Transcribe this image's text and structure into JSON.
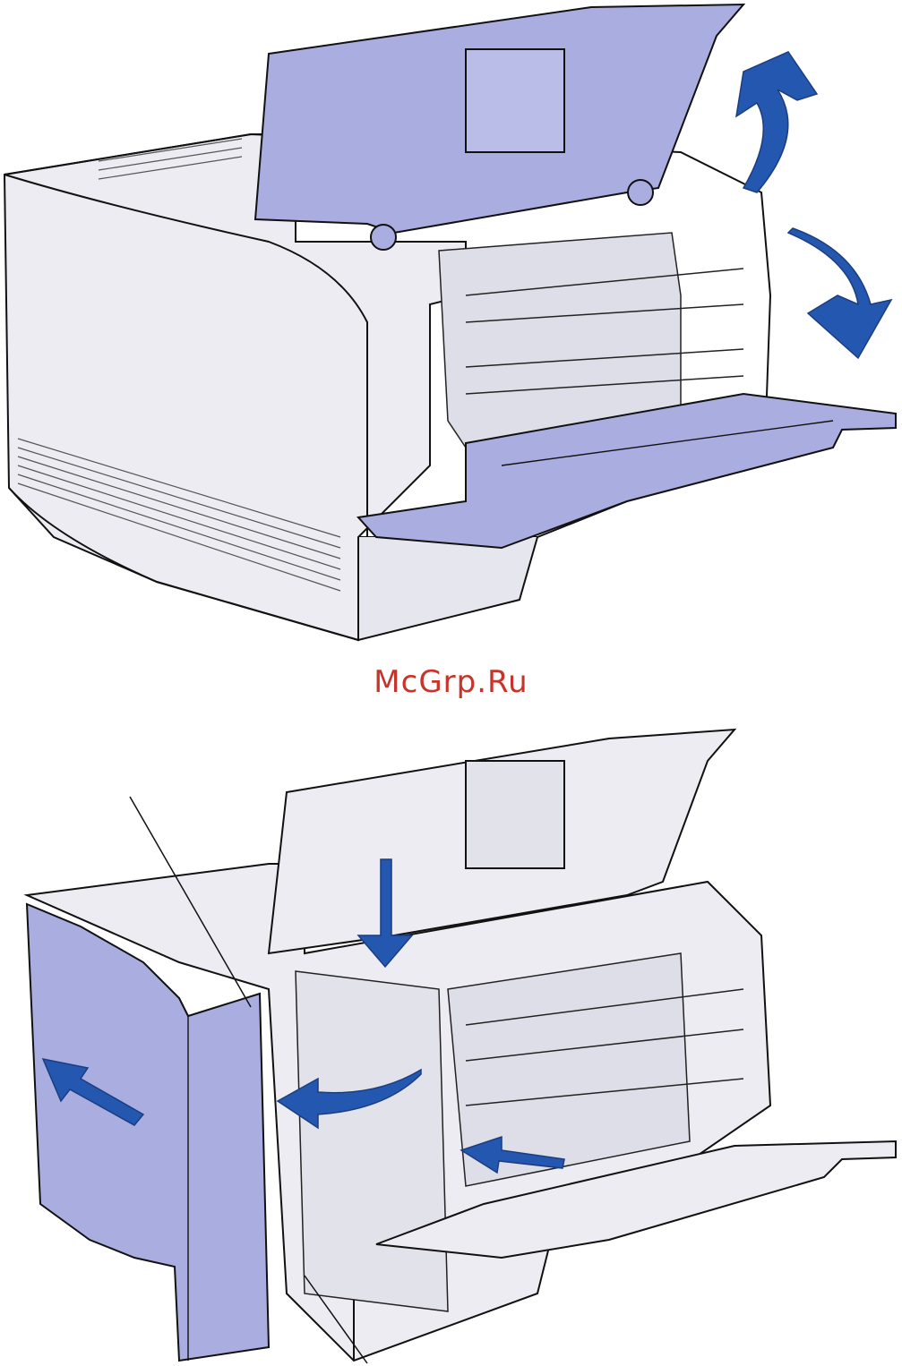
{
  "watermark": {
    "text": "McGrp.Ru",
    "color": "#c7342c"
  },
  "colors": {
    "printer_body": "#ececf2",
    "outline": "#111111",
    "part_highlight": "#a9addf",
    "arrow": "#2458b0"
  },
  "figures": [
    {
      "name": "printer-open-covers-illustration"
    },
    {
      "name": "printer-remove-side-cover-illustration"
    }
  ]
}
